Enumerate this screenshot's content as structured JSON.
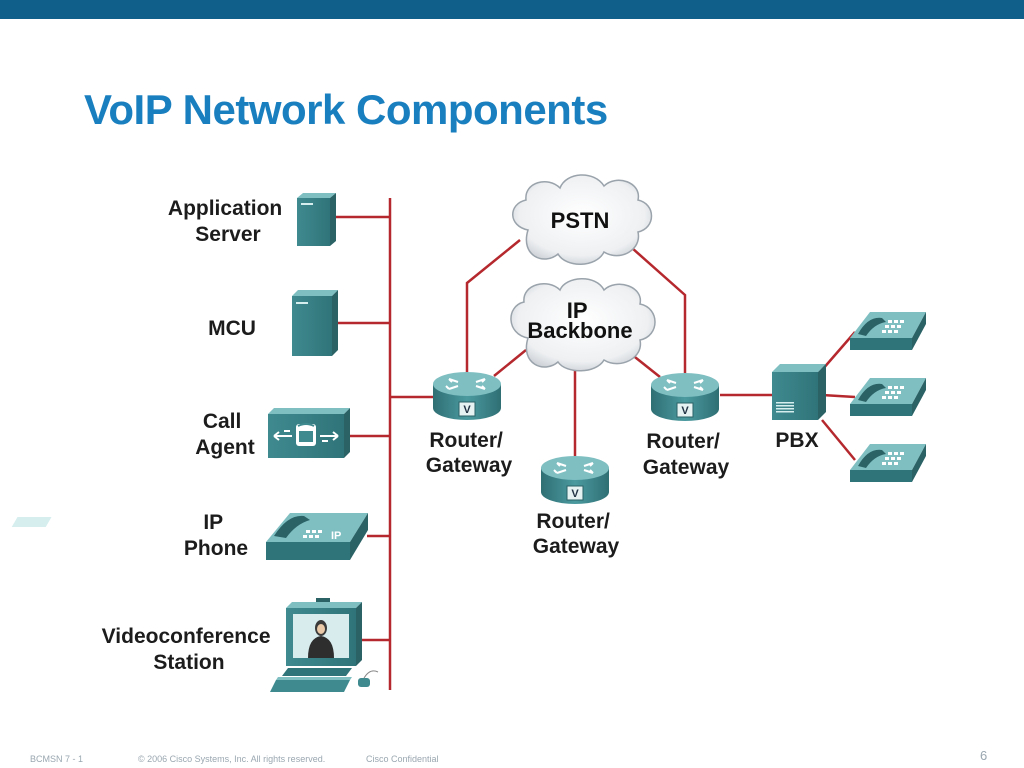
{
  "slide": {
    "title": "VoIP Network Components"
  },
  "diagram": {
    "left_devices": [
      {
        "id": "application-server",
        "label_lines": [
          "Application",
          "Server"
        ],
        "icon": "server-icon"
      },
      {
        "id": "mcu",
        "label_lines": [
          "MCU"
        ],
        "icon": "mcu-icon"
      },
      {
        "id": "call-agent",
        "label_lines": [
          "Call",
          "Agent"
        ],
        "icon": "call-agent-icon"
      },
      {
        "id": "ip-phone",
        "label_lines": [
          "IP",
          "Phone"
        ],
        "icon": "ip-phone-icon"
      },
      {
        "id": "videoconference-station",
        "label_lines": [
          "Videoconference",
          "Station"
        ],
        "icon": "video-station-icon"
      }
    ],
    "clouds": {
      "pstn": {
        "label_lines": [
          "PSTN"
        ]
      },
      "ip_backbone": {
        "label_lines": [
          "IP",
          "Backbone"
        ]
      }
    },
    "routers": {
      "left": {
        "label_lines": [
          "Router/",
          "Gateway"
        ],
        "badge": "V"
      },
      "right": {
        "label_lines": [
          "Router/",
          "Gateway"
        ],
        "badge": "V"
      },
      "bottom": {
        "label_lines": [
          "Router/",
          "Gateway"
        ],
        "badge": "V"
      }
    },
    "pbx": {
      "label": "PBX"
    },
    "ip_phone_badge": "IP",
    "colors": {
      "link": "#b5282d",
      "device_teal": "#3f8a8f",
      "device_teal_light": "#7fbfc2",
      "device_teal_dark": "#2a6266",
      "title_blue": "#1a7fbf",
      "top_bar": "#0f5f8a"
    }
  },
  "footer": {
    "course": "BCMSN 7 - 1",
    "copyright": "© 2006 Cisco Systems, Inc. All rights reserved.",
    "confidential": "Cisco Confidential",
    "page_number": "6"
  }
}
